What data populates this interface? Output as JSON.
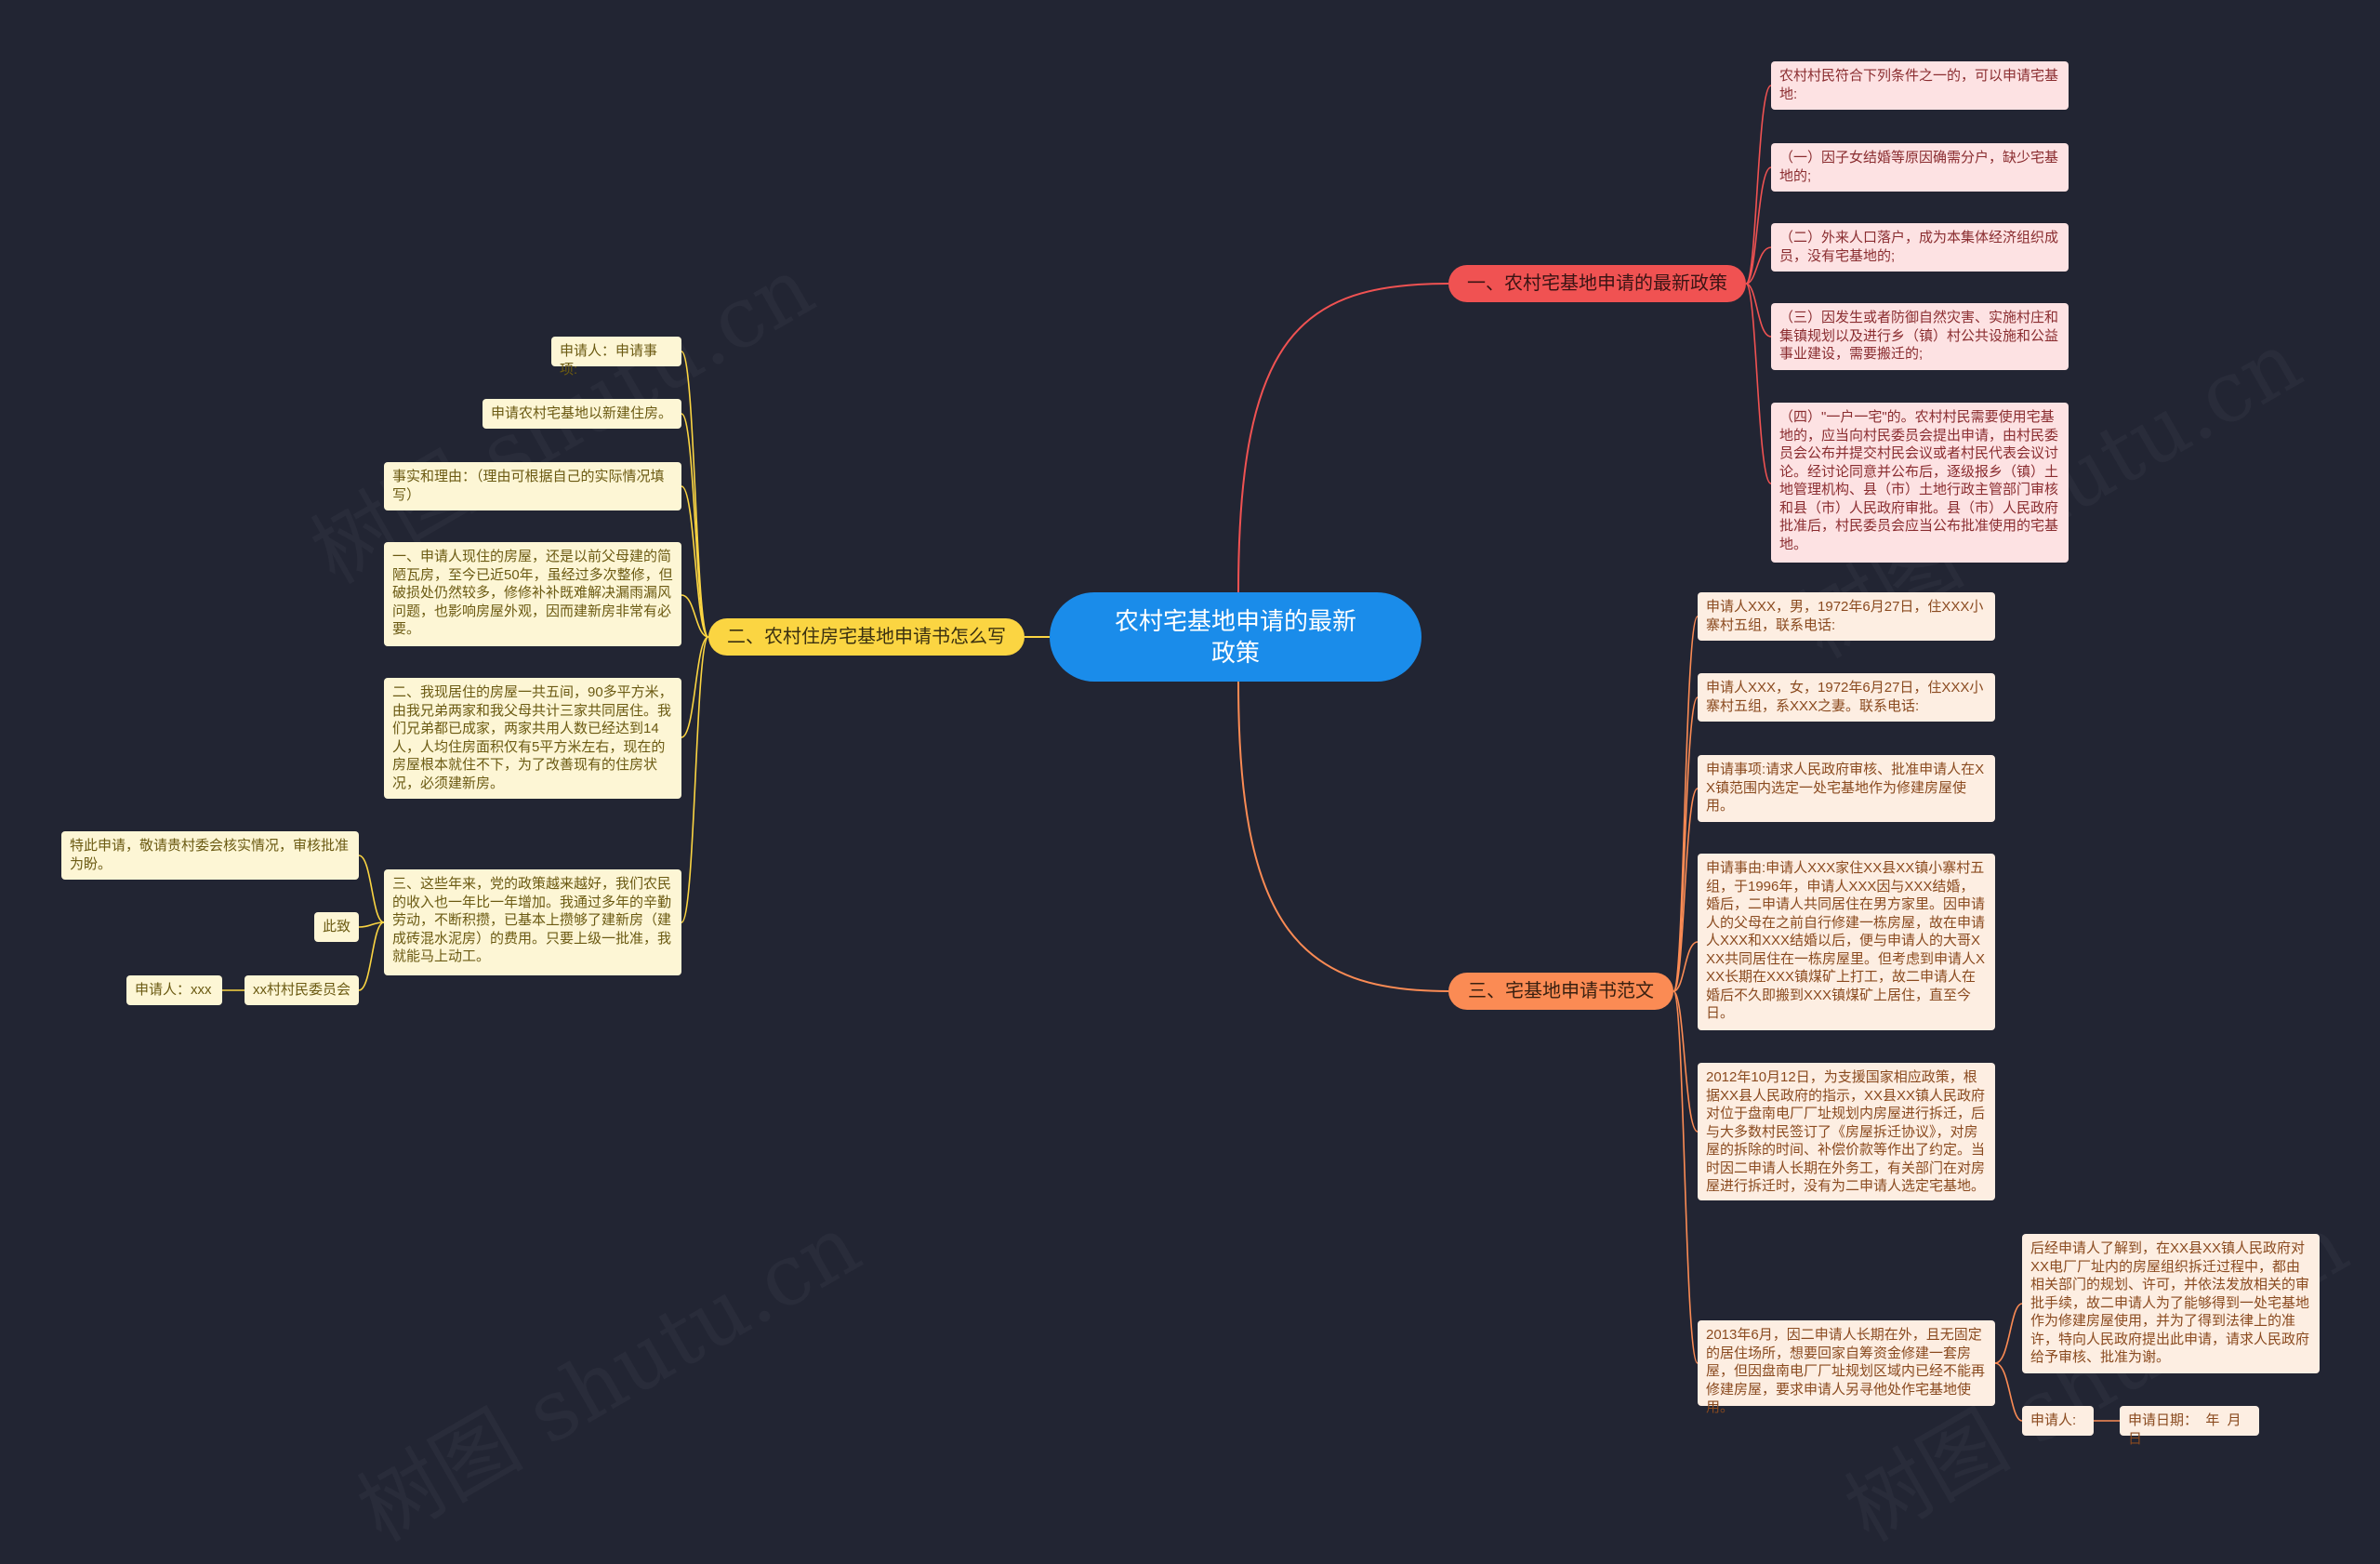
{
  "root": {
    "label": "农村宅基地申请的最新政策"
  },
  "branches": {
    "b1": {
      "label": "一、农村宅基地申请的最新政策",
      "items": [
        "农村村民符合下列条件之一的，可以申请宅基地:",
        "（一）因子女结婚等原因确需分户，缺少宅基地的;",
        "（二）外来人口落户，成为本集体经济组织成员，没有宅基地的;",
        "（三）因发生或者防御自然灾害、实施村庄和集镇规划以及进行乡（镇）村公共设施和公益事业建设，需要搬迁的;",
        "（四）\"一户一宅\"的。农村村民需要使用宅基地的，应当向村民委员会提出申请，由村民委员会公布并提交村民会议或者村民代表会议讨论。经讨论同意并公布后，逐级报乡（镇）土地管理机构、县（市）土地行政主管部门审核和县（市）人民政府审批。县（市）人民政府批准后，村民委员会应当公布批准使用的宅基地。"
      ]
    },
    "b2": {
      "label": "二、农村住房宅基地申请书怎么写",
      "items": [
        "申请人：申请事项:",
        "申请农村宅基地以新建住房。",
        "事实和理由：（理由可根据自己的实际情况填写）",
        "一、申请人现住的房屋，还是以前父母建的简陋瓦房，至今已近50年，虽经过多次整修，但破损处仍然较多，修修补补既难解决漏雨漏风问题，也影响房屋外观，因而建新房非常有必要。",
        "二、我现居住的房屋一共五间，90多平方米，由我兄弟两家和我父母共计三家共同居住。我们兄弟都已成家，两家共用人数已经达到14人，人均住房面积仅有5平方米左右，现在的房屋根本就住不下，为了改善现有的住房状况，必须建新房。",
        "三、这些年来，党的政策越来越好，我们农民的收入也一年比一年增加。我通过多年的辛勤劳动，不断积攒，已基本上攒够了建新房（建成砖混水泥房）的费用。只要上级一批准，我就能马上动工。"
      ],
      "sub": {
        "s1": "特此申请，敬请贵村委会核实情况，审核批准为盼。",
        "s2": "此致",
        "s3": "xx村村民委员会",
        "s4": "申请人：xxx"
      }
    },
    "b3": {
      "label": "三、宅基地申请书范文",
      "items": [
        "申请人XXX，男，1972年6月27日，住XXX小寨村五组，联系电话:",
        "申请人XXX，女，1972年6月27日，住XXX小寨村五组，系XXX之妻。联系电话:",
        "申请事项:请求人民政府审核、批准申请人在XX镇范围内选定一处宅基地作为修建房屋使用。",
        "申请事由:申请人XXX家住XX县XX镇小寨村五组，于1996年，申请人XXX因与XXX结婚，婚后，二申请人共同居住在男方家里。因申请人的父母在之前自行修建一栋房屋，故在申请人XXX和XXX结婚以后，便与申请人的大哥XXX共同居住在一栋房屋里。但考虑到申请人XXX长期在XXX镇煤矿上打工，故二申请人在婚后不久即搬到XXX镇煤矿上居住，直至今日。",
        "2012年10月12日，为支援国家相应政策，根据XX县人民政府的指示，XX县XX镇人民政府对位于盘南电厂厂址规划内房屋进行拆迁，后与大多数村民签订了《房屋拆迁协议》，对房屋的拆除的时间、补偿价款等作出了约定。当时因二申请人长期在外务工，有关部门在对房屋进行拆迁时，没有为二申请人选定宅基地。",
        "2013年6月，因二申请人长期在外，且无固定的居住场所，想要回家自筹资金修建一套房屋，但因盘南电厂厂址规划区域内已经不能再修建房屋，要求申请人另寻他处作宅基地使用。"
      ],
      "sub": {
        "s1": "后经申请人了解到，在XX县XX镇人民政府对XX电厂厂址内的房屋组织拆迁过程中，都由相关部门的规划、许可，并依法发放相关的审批手续，故二申请人为了能够得到一处宅基地作为修建房屋使用，并为了得到法律上的准许，特向人民政府提出此申请，请求人民政府给予审核、批准为谢。",
        "s2": "申请人:",
        "s3": "申请日期：  年  月  日"
      }
    }
  },
  "colors": {
    "background": "#222533",
    "root": "#1a8cea",
    "branch1": "#f05252",
    "branch2": "#fbd542",
    "branch3": "#fb8b54"
  },
  "watermark": "树图 shutu.cn"
}
